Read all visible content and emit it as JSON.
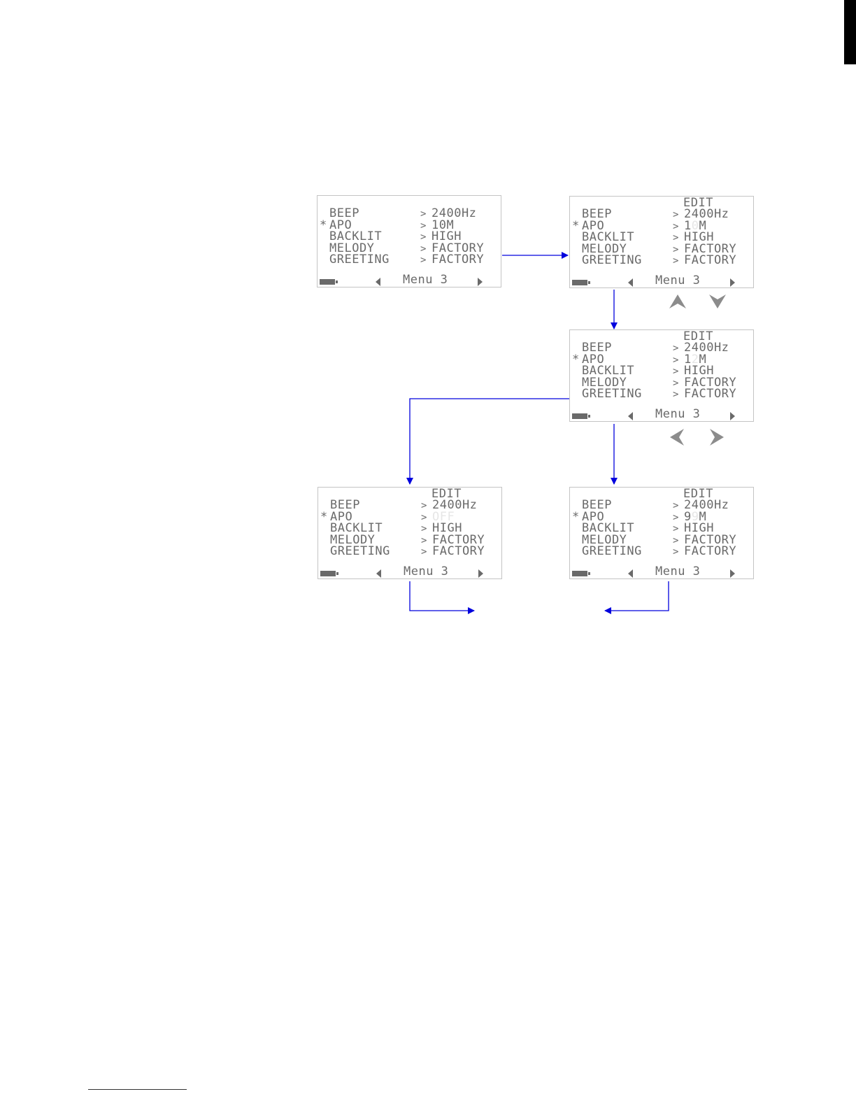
{
  "screens": [
    {
      "edit": "",
      "rows": [
        {
          "mark": "",
          "label": "BEEP",
          "value": "2400Hz"
        },
        {
          "mark": "*",
          "label": "APO",
          "value": "10M"
        },
        {
          "mark": "",
          "label": "BACKLIT",
          "value": "HIGH"
        },
        {
          "mark": "",
          "label": "MELODY",
          "value": "FACTORY"
        },
        {
          "mark": "",
          "label": "GREETING",
          "value": "FACTORY"
        }
      ],
      "menu": "Menu 3"
    },
    {
      "edit": "EDIT",
      "rows": [
        {
          "mark": "",
          "label": "BEEP",
          "value": "2400Hz"
        },
        {
          "mark": "*",
          "label": "APO",
          "value_pre": "1",
          "value_blink": "0",
          "value_post": "M"
        },
        {
          "mark": "",
          "label": "BACKLIT",
          "value": "HIGH"
        },
        {
          "mark": "",
          "label": "MELODY",
          "value": "FACTORY"
        },
        {
          "mark": "",
          "label": "GREETING",
          "value": "FACTORY"
        }
      ],
      "menu": "Menu 3"
    },
    {
      "edit": "EDIT",
      "rows": [
        {
          "mark": "",
          "label": "BEEP",
          "value": "2400Hz"
        },
        {
          "mark": "*",
          "label": "APO",
          "value_pre": "1",
          "value_blink": "2",
          "value_post": "M"
        },
        {
          "mark": "",
          "label": "BACKLIT",
          "value": "HIGH"
        },
        {
          "mark": "",
          "label": "MELODY",
          "value": "FACTORY"
        },
        {
          "mark": "",
          "label": "GREETING",
          "value": "FACTORY"
        }
      ],
      "menu": "Menu 3"
    },
    {
      "edit": "EDIT",
      "rows": [
        {
          "mark": "",
          "label": "BEEP",
          "value": "2400Hz"
        },
        {
          "mark": "*",
          "label": "APO",
          "value_dim": "OFF"
        },
        {
          "mark": "",
          "label": "BACKLIT",
          "value": "HIGH"
        },
        {
          "mark": "",
          "label": "MELODY",
          "value": "FACTORY"
        },
        {
          "mark": "",
          "label": "GREETING",
          "value": "FACTORY"
        }
      ],
      "menu": "Menu 3"
    },
    {
      "edit": "EDIT",
      "rows": [
        {
          "mark": "",
          "label": "BEEP",
          "value": "2400Hz"
        },
        {
          "mark": "*",
          "label": "APO",
          "value_pre": "9",
          "value_blink": "9",
          "value_post": "M"
        },
        {
          "mark": "",
          "label": "BACKLIT",
          "value": "HIGH"
        },
        {
          "mark": "",
          "label": "MELODY",
          "value": "FACTORY"
        },
        {
          "mark": "",
          "label": "GREETING",
          "value": "FACTORY"
        }
      ],
      "menu": "Menu 3"
    }
  ],
  "colors": {
    "arrow": "#0000dd",
    "lcd_text": "#6a6a6a",
    "lcd_border": "#c4c4c4",
    "key_icon": "#8c8c8c"
  },
  "icons": [
    "up-key-icon",
    "down-key-icon",
    "left-key-icon",
    "right-key-icon",
    "battery-icon"
  ]
}
